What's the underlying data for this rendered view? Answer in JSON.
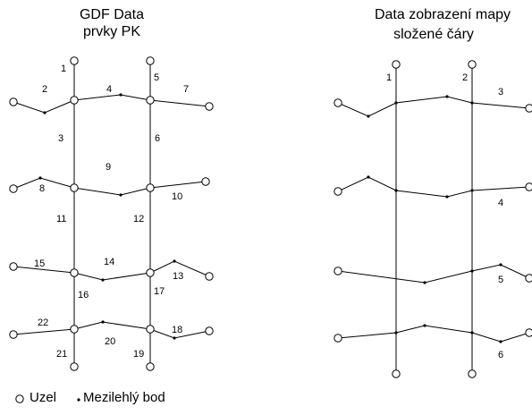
{
  "left_panel": {
    "title": "GDF Data",
    "subtitle": "prvky PK",
    "edge_labels": [
      "1",
      "2",
      "3",
      "4",
      "5",
      "6",
      "7",
      "8",
      "9",
      "10",
      "11",
      "12",
      "13",
      "14",
      "15",
      "16",
      "17",
      "18",
      "19",
      "20",
      "21",
      "22"
    ]
  },
  "right_panel": {
    "title": "Data zobrazení mapy",
    "subtitle": "složené čáry",
    "line_labels": [
      "1",
      "2",
      "3",
      "4",
      "5",
      "6"
    ]
  },
  "legend": {
    "node_label": "Uzel",
    "node_icon": "open-circle-icon",
    "point_label": "Mezilehlý bod",
    "point_icon": "small-dot-icon"
  }
}
